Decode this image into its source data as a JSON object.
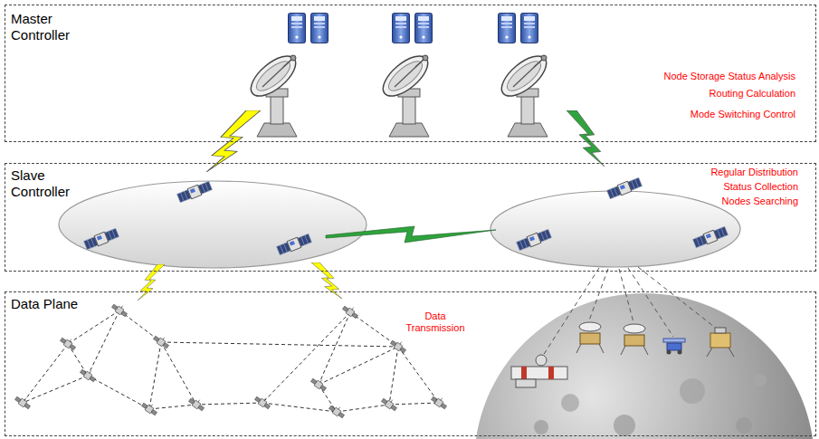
{
  "diagram": {
    "nodes": [
      {
        "text": [
          "Master Controller",
          "Node Storage Status Analysis",
          "Routing Calculation",
          "Mode Switching Control"
        ]
      },
      {
        "text": [
          "Slave Controller",
          "Regular Distribution",
          "Status Collection",
          "Nodes Searching"
        ]
      },
      {
        "text": [
          "Data Plane",
          "Data Transmission"
        ]
      }
    ]
  }
}
